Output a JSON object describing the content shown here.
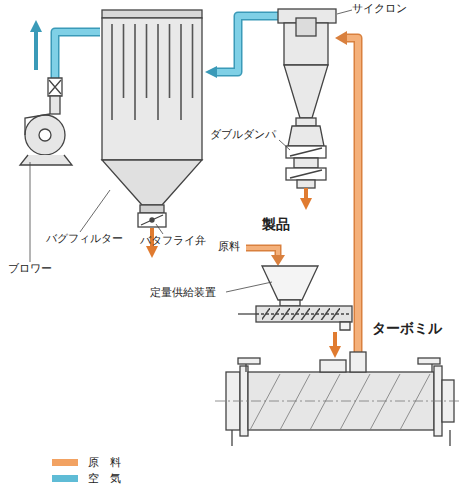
{
  "diagram": {
    "labels": [
      "サイクロン",
      "ダブルダンパ",
      "製品",
      "原料",
      "定量供給装置",
      "ターボミル",
      "バグフィルター",
      "バタフライ弁",
      "ブロワー"
    ],
    "legend": [
      {
        "text": "原　料",
        "color": "#f2a262"
      },
      {
        "text": "空　気",
        "color": "#5fbcd6"
      }
    ]
  }
}
